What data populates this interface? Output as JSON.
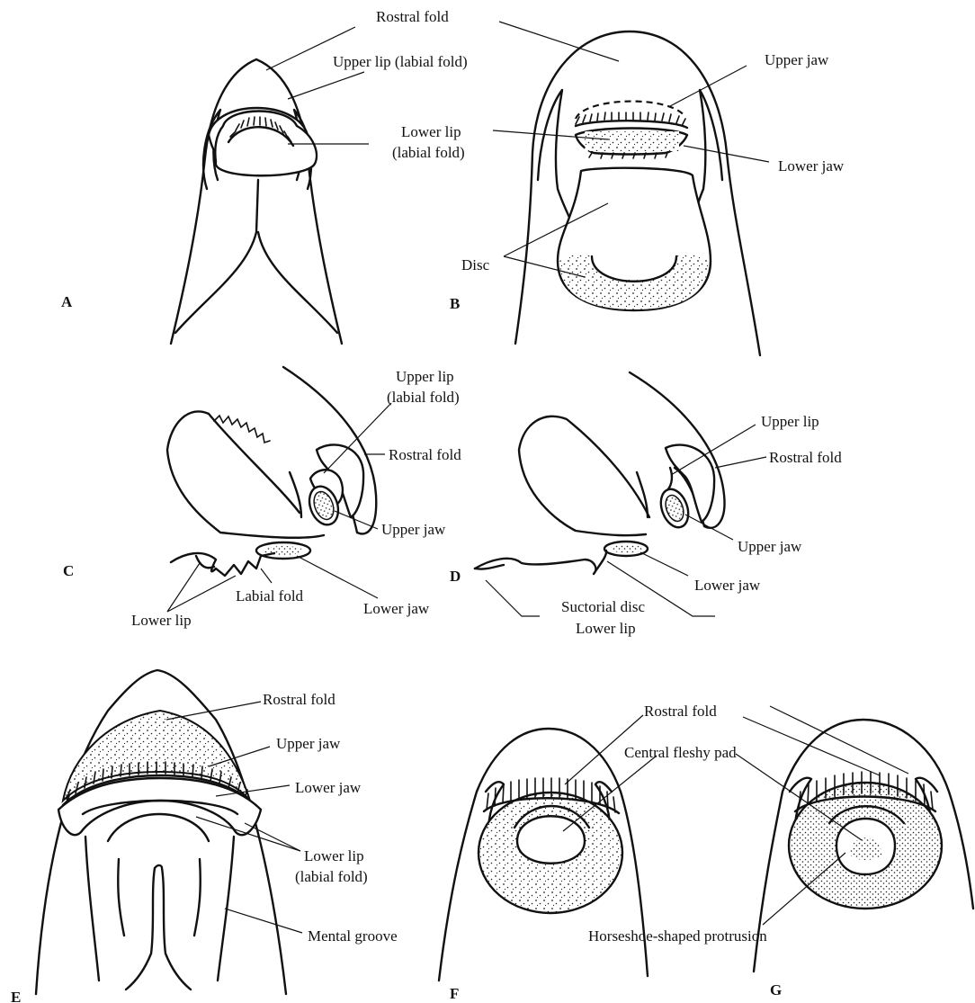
{
  "panels": {
    "A": {
      "letter": "A",
      "labels": {
        "rostral_fold": "Rostral fold",
        "upper_lip": "Upper lip (labial fold)",
        "lower_lip_1": "Lower lip",
        "lower_lip_2": "(labial fold)"
      }
    },
    "B": {
      "letter": "B",
      "labels": {
        "upper_jaw": "Upper jaw",
        "lower_jaw": "Lower jaw",
        "disc": "Disc"
      }
    },
    "C": {
      "letter": "C",
      "labels": {
        "upper_lip_1": "Upper lip",
        "upper_lip_2": "(labial fold)",
        "rostral_fold": "Rostral fold",
        "upper_jaw": "Upper jaw",
        "lower_lip": "Lower lip",
        "labial_fold": "Labial fold",
        "lower_jaw": "Lower jaw"
      }
    },
    "D": {
      "letter": "D",
      "labels": {
        "upper_lip": "Upper lip",
        "rostral_fold": "Rostral fold",
        "upper_jaw": "Upper jaw",
        "lower_jaw": "Lower jaw",
        "suctorial_disc": "Suctorial disc",
        "lower_lip": "Lower lip"
      }
    },
    "E": {
      "letter": "E",
      "labels": {
        "rostral_fold": "Rostral fold",
        "upper_jaw": "Upper jaw",
        "lower_jaw": "Lower jaw",
        "lower_lip_1": "Lower lip",
        "lower_lip_2": "(labial fold)",
        "mental_groove": "Mental groove"
      }
    },
    "F": {
      "letter": "F"
    },
    "G": {
      "letter": "G"
    },
    "FG_shared": {
      "rostral_fold": "Rostral fold",
      "central_fleshy_pad": "Central fleshy pad",
      "horseshoe_protrusion": "Horseshoe-shaped protrusion"
    }
  }
}
